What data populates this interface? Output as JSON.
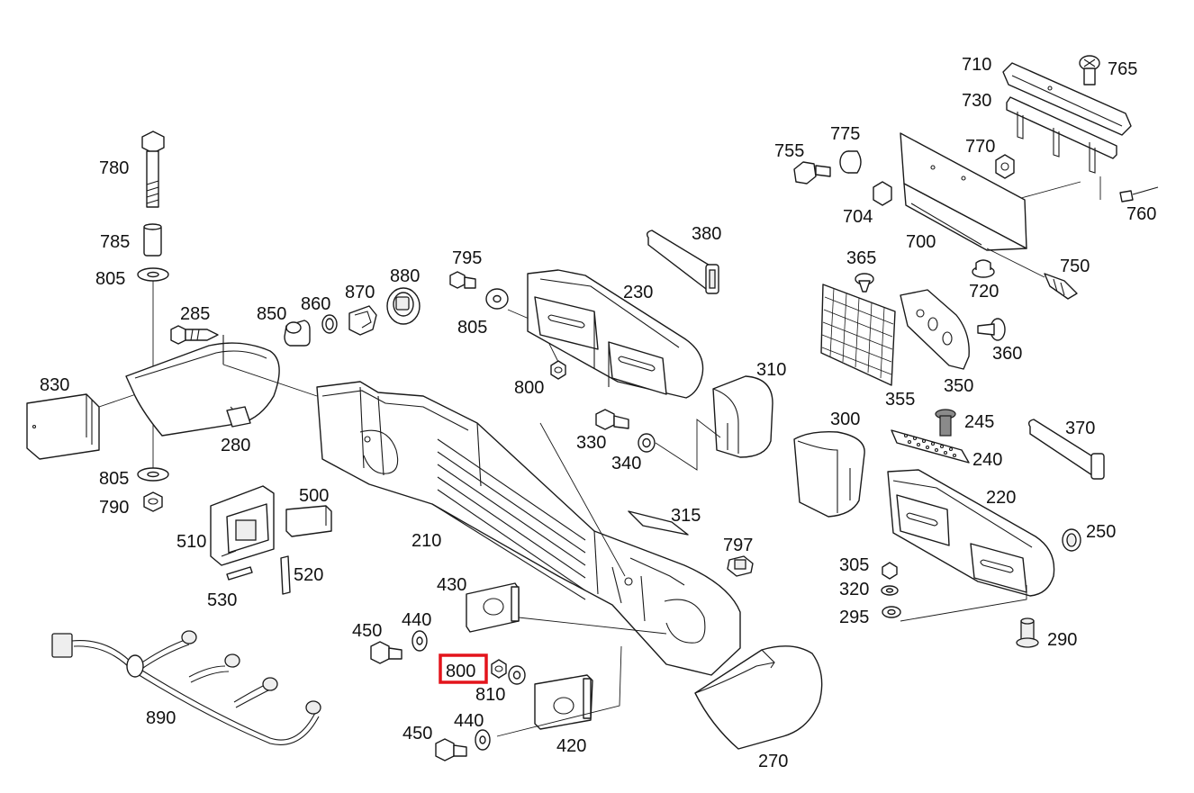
{
  "highlight_color": "#e3141b",
  "highlighted_callout": "800",
  "callouts": {
    "c780": "780",
    "c785": "785",
    "c805a": "805",
    "c285": "285",
    "c830": "830",
    "c280": "280",
    "c805b": "805",
    "c790": "790",
    "c850": "850",
    "c860": "860",
    "c870": "870",
    "c880": "880",
    "c500": "500",
    "c510": "510",
    "c520": "520",
    "c530": "530",
    "c210": "210",
    "c890": "890",
    "c795": "795",
    "c805c": "805",
    "c800a": "800",
    "c380": "380",
    "c230": "230",
    "c310": "310",
    "c330": "330",
    "c340": "340",
    "c315": "315",
    "c797": "797",
    "c430": "430",
    "c450a": "450",
    "c440a": "440",
    "c800b": "800",
    "c810": "810",
    "c450b": "450",
    "c440b": "440",
    "c420": "420",
    "c270": "270",
    "c710": "710",
    "c765": "765",
    "c730": "730",
    "c755": "755",
    "c775": "775",
    "c770": "770",
    "c704": "704",
    "c760": "760",
    "c700": "700",
    "c750": "750",
    "c365": "365",
    "c720": "720",
    "c360": "360",
    "c355": "355",
    "c350": "350",
    "c245": "245",
    "c300": "300",
    "c240": "240",
    "c370": "370",
    "c220": "220",
    "c250": "250",
    "c305": "305",
    "c320": "320",
    "c295": "295",
    "c290": "290"
  }
}
